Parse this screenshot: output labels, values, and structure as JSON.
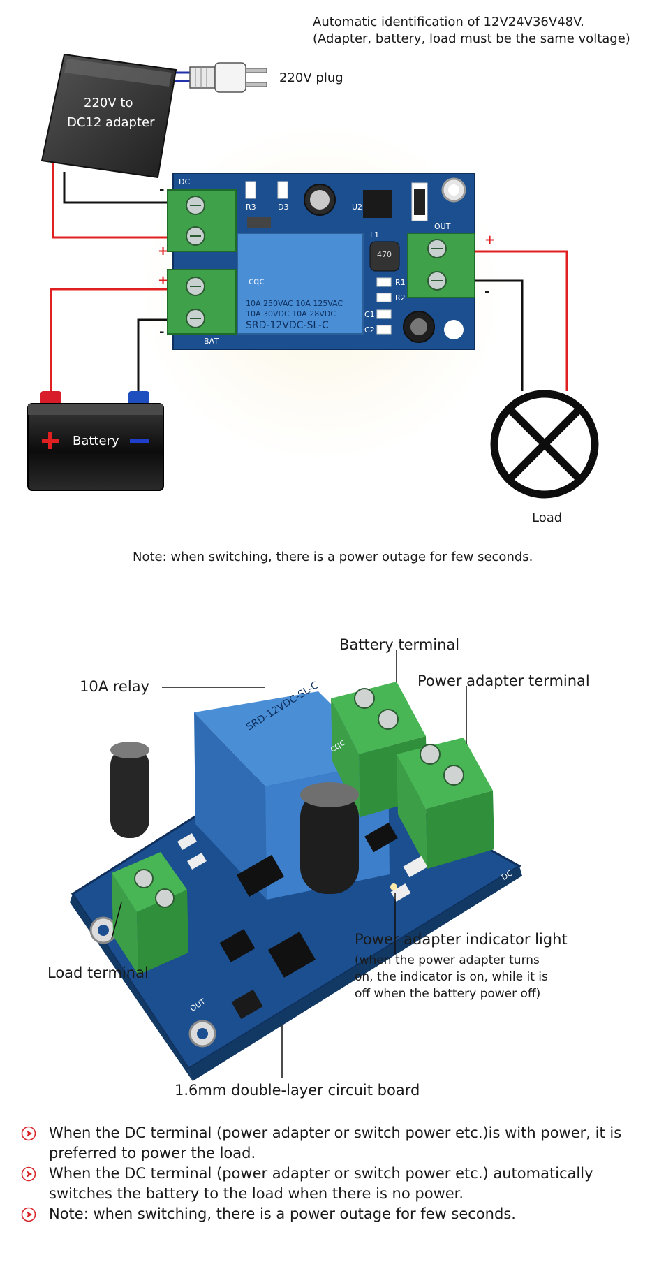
{
  "top_diagram": {
    "header_line1": "Automatic identification of 12V24V36V48V.",
    "header_line2": "(Adapter, battery, load must be the same voltage)",
    "plug_label": "220V plug",
    "adapter_line1": "220V to",
    "adapter_line2": "DC12 adapter",
    "battery_label": "Battery",
    "load_label": "Load",
    "note": "Note: when switching, there is a power outage for few seconds.",
    "pcb": {
      "dc_label": "DC",
      "bat_label": "BAT",
      "out_label": "OUT",
      "r3": "R3",
      "d3": "D3",
      "u2": "U2",
      "l1": "L1",
      "r1": "R1",
      "r2": "R2",
      "c1": "C1",
      "c2": "C2",
      "inductor": "470",
      "relay_brand": "cqc",
      "relay_line1": "10A 250VAC  10A 125VAC",
      "relay_line2": "10A 30VDC  10A 28VDC",
      "relay_model": "SRD-12VDC-SL-C"
    },
    "polarity": {
      "minus": "-",
      "plus": "+"
    }
  },
  "bottom_diagram": {
    "battery_terminal": "Battery terminal",
    "adapter_terminal": "Power adapter terminal",
    "relay": "10A relay",
    "load_terminal": "Load terminal",
    "indicator_title": "Power adapter indicator light",
    "indicator_line1": "(when the power adapter turns",
    "indicator_line2": "on, the indicator is on, while it is",
    "indicator_line3": "off when the battery power off)",
    "board": "1.6mm double-layer circuit board",
    "relay_model": "SRD-12VDC-SL-C",
    "relay_brand": "cqc",
    "out_label": "OUT",
    "dc_label": "DC"
  },
  "bullets": [
    "When the DC terminal (power adapter or switch power etc.)is with power, it is preferred to power the load.",
    "When the DC terminal (power adapter or switch power etc.) automatically switches the battery to the load when there is no power.",
    "Note: when switching, there is a power outage for few seconds."
  ],
  "colors": {
    "pcb_blue": "#1c4f8f",
    "terminal_green": "#3fa24a",
    "relay_blue": "#4a8ed6",
    "wire_red": "#e02020",
    "wire_black": "#111111",
    "bullet_red": "#d8262a"
  }
}
